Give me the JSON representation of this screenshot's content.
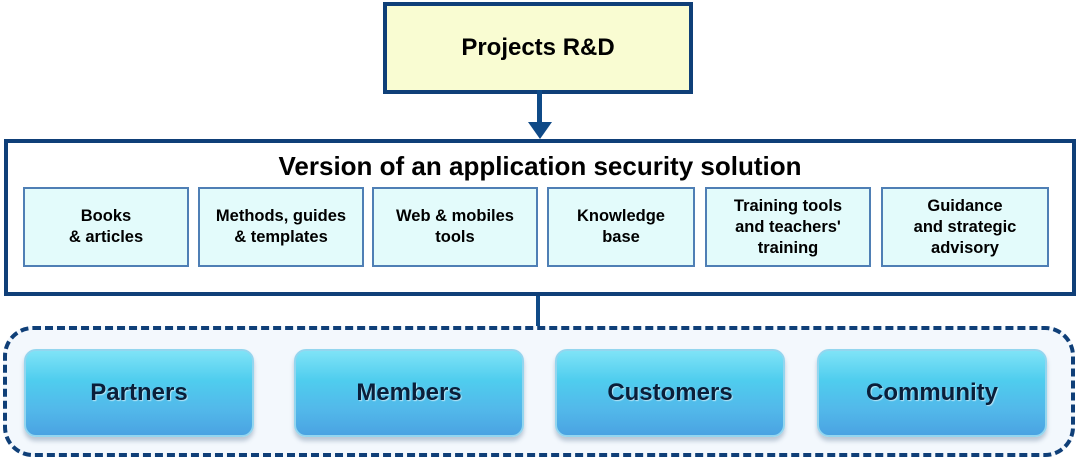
{
  "top": {
    "label": "Projects R&D"
  },
  "main": {
    "title": "Version of an application security solution",
    "items": [
      {
        "label": "Books\n& articles"
      },
      {
        "label": "Methods, guides\n& templates"
      },
      {
        "label": "Web & mobiles\ntools"
      },
      {
        "label": "Knowledge\nbase"
      },
      {
        "label": "Training tools\nand teachers'\ntraining"
      },
      {
        "label": "Guidance\nand strategic\nadvisory"
      }
    ]
  },
  "stakeholders": [
    {
      "label": "Partners"
    },
    {
      "label": "Members"
    },
    {
      "label": "Customers"
    },
    {
      "label": "Community"
    }
  ],
  "colors": {
    "border": "#0f3f78",
    "top_fill": "#f9fcd2",
    "item_fill": "#e3fbfb",
    "stake_fill": "#4fcdee"
  }
}
